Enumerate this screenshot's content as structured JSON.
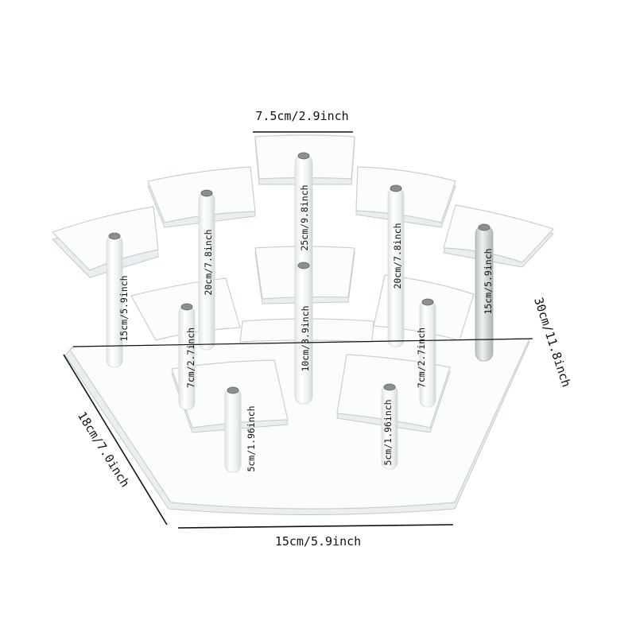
{
  "dimensions": {
    "top_width": "7.5cm/2.9inch",
    "base_width": "15cm/5.9inch",
    "depth": "18cm/7.0inch",
    "overall_width": "30cm/11.8inch"
  },
  "rods": {
    "far_left": "15cm/5.9inch",
    "left_tall": "20cm/7.8inch",
    "center_tall": "25cm/9.8inch",
    "right_tall": "20cm/7.8inch",
    "far_right": "15cm/5.9inch",
    "left_mid": "7cm/2.7inch",
    "center_mid": "10cm/3.9inch",
    "right_mid": "7cm/2.7inch",
    "left_short": "5cm/1.96inch",
    "right_short": "5cm/1.96inch"
  },
  "colors": {
    "background": "#ffffff",
    "acrylic": "#fbfdfd",
    "acrylic_edge": "#c9d0d2",
    "label": "#111111"
  }
}
